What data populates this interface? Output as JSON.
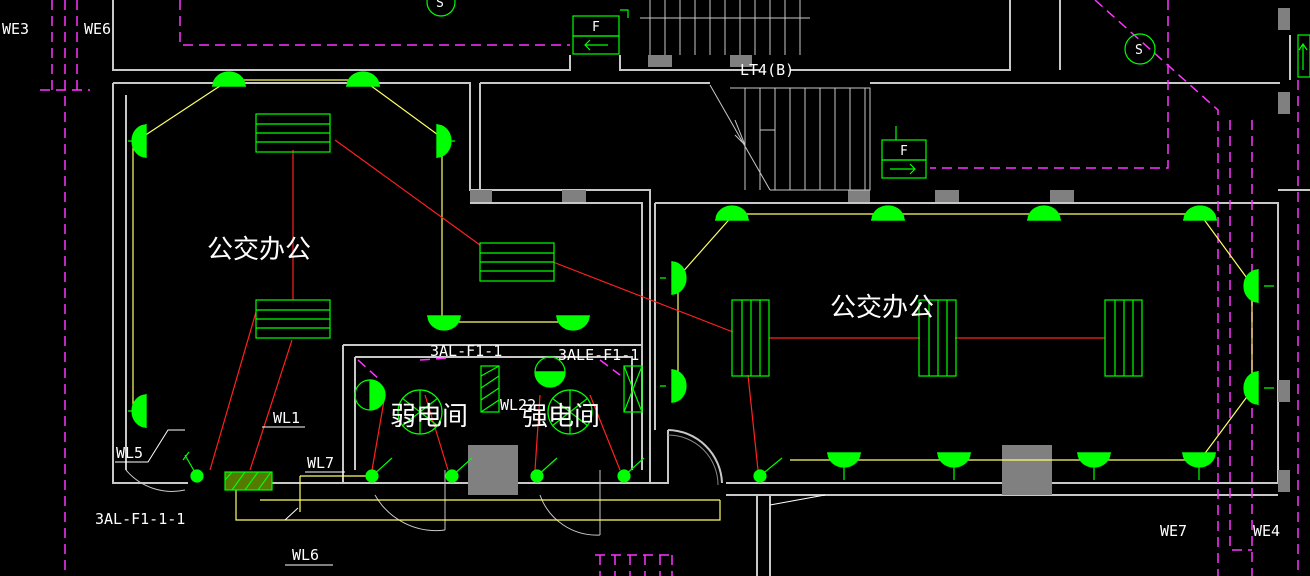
{
  "labels": {
    "we3": "WE3",
    "we6": "WE6",
    "we7": "WE7",
    "we4": "WE4",
    "wl1": "WL1",
    "wl5": "WL5",
    "wl6": "WL6",
    "wl7": "WL7",
    "wl22": "WL22",
    "panel_3al_f1_1_1": "3AL-F1-1-1",
    "panel_3al_f1_1": "3AL-F1-1",
    "panel_3ale_f1_1": "3ALE-F1-1",
    "room_left": "公交办公",
    "room_right": "公交办公",
    "room_weak": "弱电间",
    "room_strong": "强电间",
    "stair": "LT4(B)",
    "sign_s_top": "S",
    "sign_s_right": "S",
    "sign_f_top": "F",
    "sign_f_mid": "F"
  },
  "colors": {
    "background": "#000000",
    "wall": "#c8c8c8",
    "lamp": "#00ff00",
    "wire_yellow": "#ffff66",
    "wire_red": "#ff2020",
    "boundary": "#ff33ff",
    "column": "#808080"
  }
}
